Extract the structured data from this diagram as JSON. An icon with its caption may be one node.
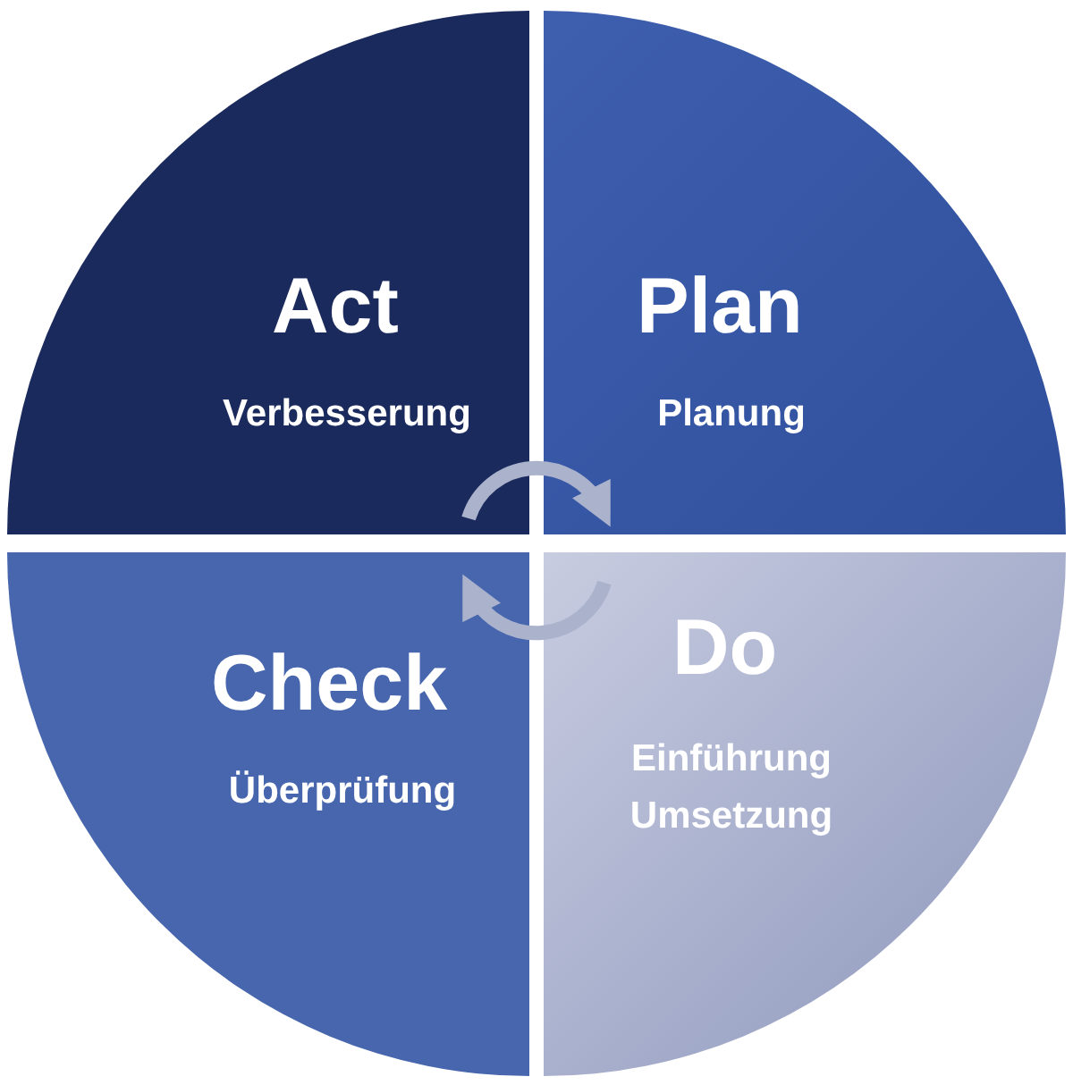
{
  "diagram": {
    "nodes": [
      {
        "text": [
          "Act",
          "Verbesserung"
        ]
      },
      {
        "text": [
          "Plan",
          "Planung"
        ]
      },
      {
        "text": [
          "Do",
          "Einführung Umsetzung"
        ]
      },
      {
        "text": [
          "Check",
          "Überprüfung"
        ]
      }
    ],
    "edges": [
      {
        "from": 0,
        "to": 1,
        "arrow": "to"
      },
      {
        "from": 2,
        "to": 3,
        "arrow": "to"
      }
    ]
  }
}
